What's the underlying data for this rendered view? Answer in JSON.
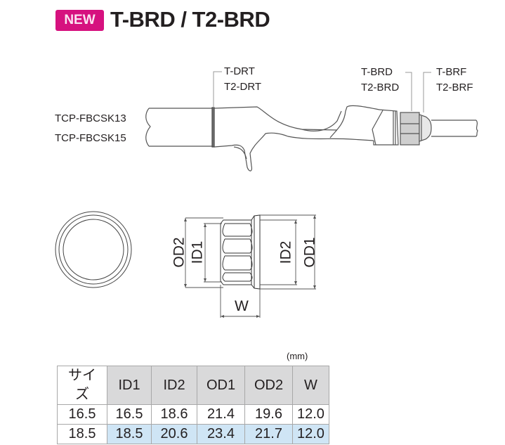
{
  "header": {
    "badge": "NEW",
    "title": "T-BRD / T2-BRD",
    "badge_color": "#d6117f"
  },
  "rod_diagram": {
    "left_labels": [
      "TCP-FBCSK13",
      "TCP-FBCSK15"
    ],
    "callouts": [
      {
        "lines": [
          "T-DRT",
          "T2-DRT"
        ]
      },
      {
        "lines": [
          "T-BRD",
          "T2-BRD"
        ]
      },
      {
        "lines": [
          "T-BRF",
          "T2-BRF"
        ]
      }
    ]
  },
  "part_diagram": {
    "dimension_labels": {
      "od2": "OD2",
      "id1": "ID1",
      "id2": "ID2",
      "od1": "OD1",
      "w": "W"
    }
  },
  "spec_table": {
    "unit": "(mm)",
    "columns": [
      "サイズ",
      "ID1",
      "ID2",
      "OD1",
      "OD2",
      "W"
    ],
    "rows": [
      {
        "size": "16.5",
        "id1": "16.5",
        "id2": "18.6",
        "od1": "21.4",
        "od2": "19.6",
        "w": "12.0",
        "highlight": false
      },
      {
        "size": "18.5",
        "id1": "18.5",
        "id2": "20.6",
        "od1": "23.4",
        "od2": "21.7",
        "w": "12.0",
        "highlight": true
      }
    ],
    "header_bg": "#d9d9da",
    "highlight_bg": "#cfe5f5"
  }
}
